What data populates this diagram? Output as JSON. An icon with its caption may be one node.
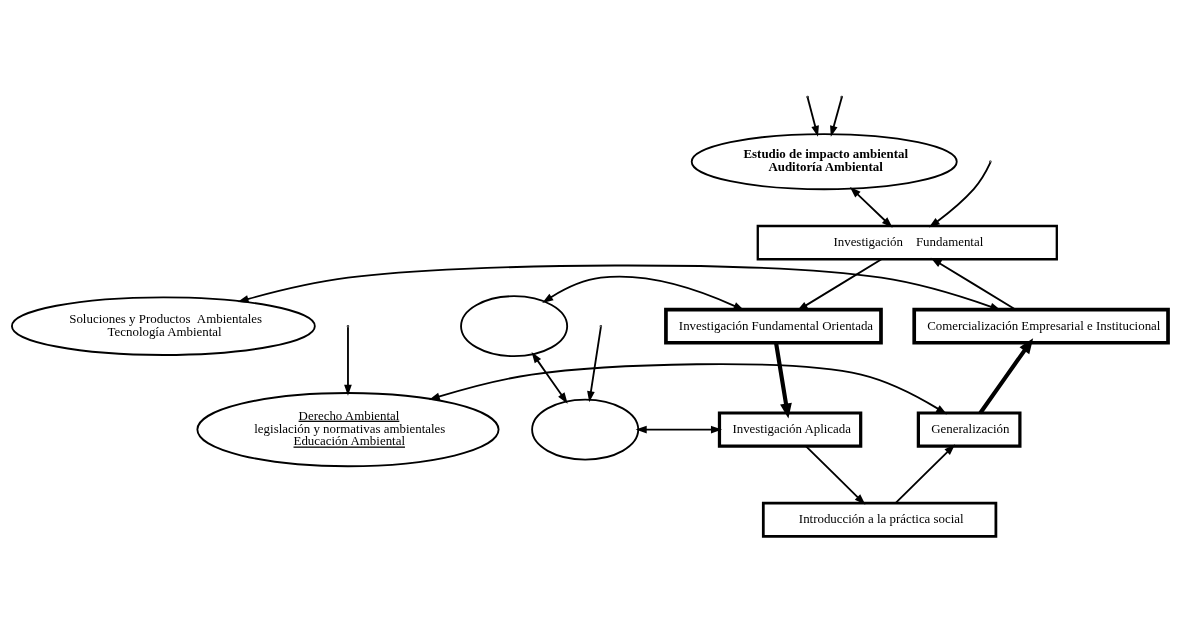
{
  "diagram": {
    "nodes": [
      {
        "text": [
          "Investigación    Fundamental"
        ]
      },
      {
        "text": [
          "Soluciones y Productos  Ambientales",
          "Tecnología Ambiental"
        ]
      },
      {
        "text": [
          "Comercialización Empresarial e Institucional"
        ]
      },
      {
        "text": [
          "Investigación Fundamental Orientada"
        ]
      },
      {
        "text": [],
        "shape": "ellipse"
      },
      {
        "text": [
          "Derecho Ambiental",
          "legislación y normativas ambientales",
          "Educación Ambiental"
        ]
      },
      {
        "text": [
          "Generalización"
        ]
      },
      {
        "text": [
          "Investigación Aplicada"
        ]
      },
      {
        "text": [],
        "shape": "ellipse"
      },
      {
        "text": [
          "Introducción a la práctica social"
        ]
      },
      {
        "text": [
          "Estudio de impacto ambiental",
          "Auditoría Ambiental"
        ]
      }
    ],
    "edges": [
      {
        "from": null,
        "to": 0,
        "arrow": "to"
      },
      {
        "from": 2,
        "to": 0,
        "arrow": "to"
      },
      {
        "from": 0,
        "to": 3,
        "arrow": "to"
      },
      {
        "from": 1,
        "to": 2,
        "arrow": "both"
      },
      {
        "from": 3,
        "to": 4,
        "arrow": "both"
      },
      {
        "from": 6,
        "to": 2,
        "arrow": "to",
        "style": "thick"
      },
      {
        "from": 3,
        "to": 7,
        "arrow": "to",
        "style": "thick"
      },
      {
        "from": 5,
        "to": 6,
        "arrow": "both"
      },
      {
        "from": 7,
        "to": 8,
        "arrow": "both"
      },
      {
        "from": 4,
        "to": 8,
        "arrow": "both"
      },
      {
        "from": 9,
        "to": 6,
        "arrow": "to"
      },
      {
        "from": 7,
        "to": 9,
        "arrow": "to"
      },
      {
        "from": 10,
        "to": 0,
        "arrow": "both"
      },
      {
        "from": null,
        "to": 5,
        "arrow": "to"
      },
      {
        "from": null,
        "to": 10,
        "arrow": "to"
      },
      {
        "from": null,
        "to": 8,
        "arrow": "to"
      },
      {
        "from": null,
        "to": 10,
        "arrow": "to"
      }
    ]
  }
}
